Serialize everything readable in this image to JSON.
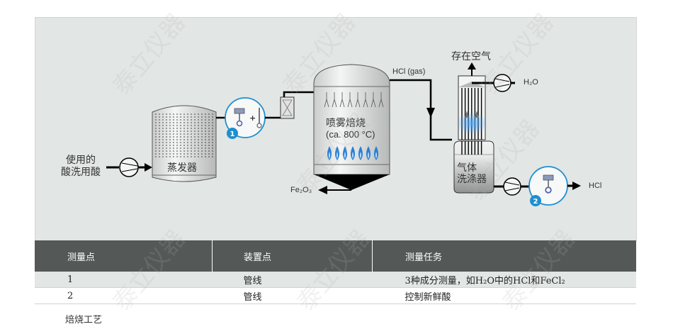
{
  "diagram": {
    "labels": {
      "spent_acid": [
        "使用的",
        "酸洗用酸"
      ],
      "evaporator": "蒸发器",
      "roaster_title": "喷雾焙烧",
      "roaster_temp": "(ca. 800 °C)",
      "hcl_gas": "HCl (gas)",
      "fe2o3": "Fe₂O₃",
      "air_out": "存在空气",
      "h2o": "H₂O",
      "scrubber": [
        "气体",
        "洗涤器"
      ],
      "hcl_out": "HCl"
    },
    "measurement_points": [
      {
        "number": "1",
        "icons": [
          "sensor-probe-icon",
          "thermometer-icon"
        ],
        "separator": "+"
      },
      {
        "number": "2",
        "icons": [
          "sensor-probe-icon"
        ]
      }
    ],
    "colors": {
      "panel_bg": "#e2e6e4",
      "accent_blue": "#1e8fd0",
      "flame_blue": "#2a7fd4",
      "line_black": "#000000"
    },
    "watermark": "泰立仪器"
  },
  "table": {
    "headers": [
      "测量点",
      "装置点",
      "测量任务"
    ],
    "rows": [
      {
        "point": "1",
        "location": "管线",
        "task": "3种成分测量，如H₂O中的HCl和FeCl₂"
      },
      {
        "point": "2",
        "location": "管线",
        "task": "控制新鲜酸"
      }
    ]
  },
  "caption": "焙烧工艺"
}
